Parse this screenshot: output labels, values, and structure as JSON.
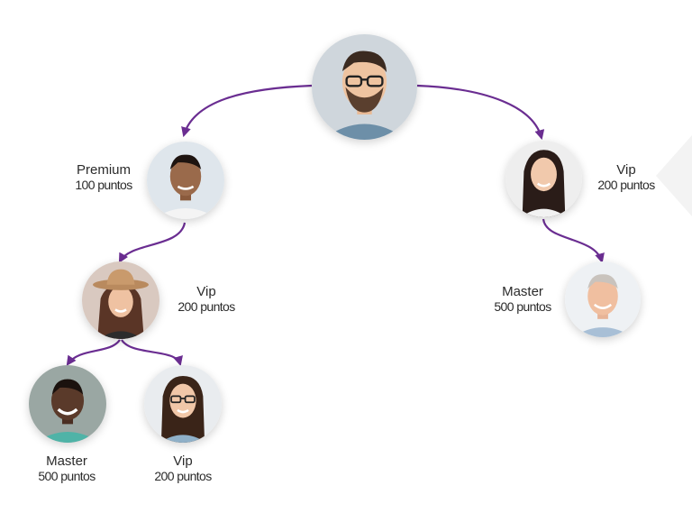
{
  "labels": {
    "premium": {
      "tier": "Premium",
      "points": "100 puntos"
    },
    "vip_right": {
      "tier": "Vip",
      "points": "200 puntos"
    },
    "vip_mid": {
      "tier": "Vip",
      "points": "200 puntos"
    },
    "master_right": {
      "tier": "Master",
      "points": "500 puntos"
    },
    "master_bottom": {
      "tier": "Master",
      "points": "500 puntos"
    },
    "vip_bottom": {
      "tier": "Vip",
      "points": "200 puntos"
    }
  },
  "colors": {
    "connector": "#6a2d91",
    "label_text": "#2b2b2b"
  }
}
